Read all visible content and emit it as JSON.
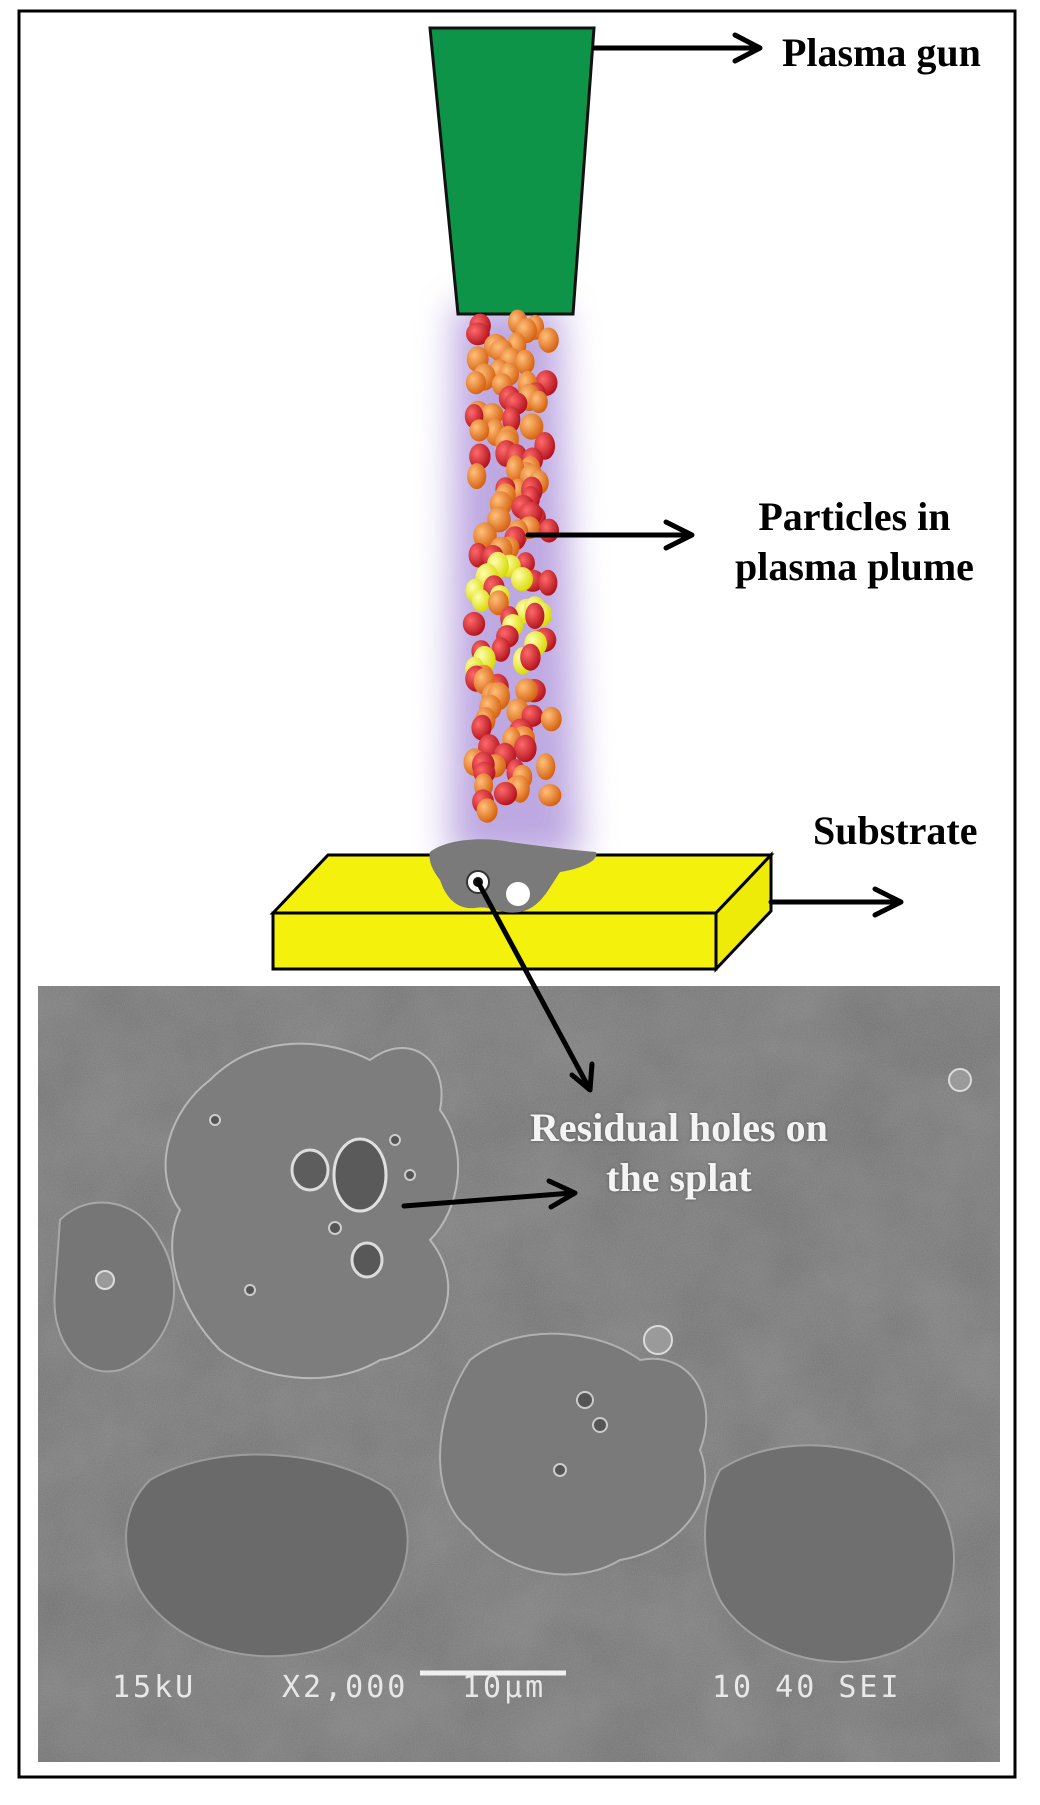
{
  "labels": {
    "plasma_gun": "Plasma gun",
    "plume_line1": "Particles in",
    "plume_line2": "plasma plume",
    "substrate": "Substrate",
    "holes_line1": "Residual holes on",
    "holes_line2": "the splat"
  },
  "sem_micrograph": {
    "voltage": "15kU",
    "magnification": "X2,000",
    "scale_bar": "10μm",
    "meta": "10 40 SEI"
  },
  "colors": {
    "gun": "#0d9448",
    "plume_glow": "#a78bd8",
    "particle_orange": "#e8741a",
    "particle_red": "#d81f2c",
    "particle_yellow": "#f2f20c",
    "substrate": "#f4f10c",
    "splat": "#7a7a7a",
    "sem_background": "#6e6e6e"
  }
}
